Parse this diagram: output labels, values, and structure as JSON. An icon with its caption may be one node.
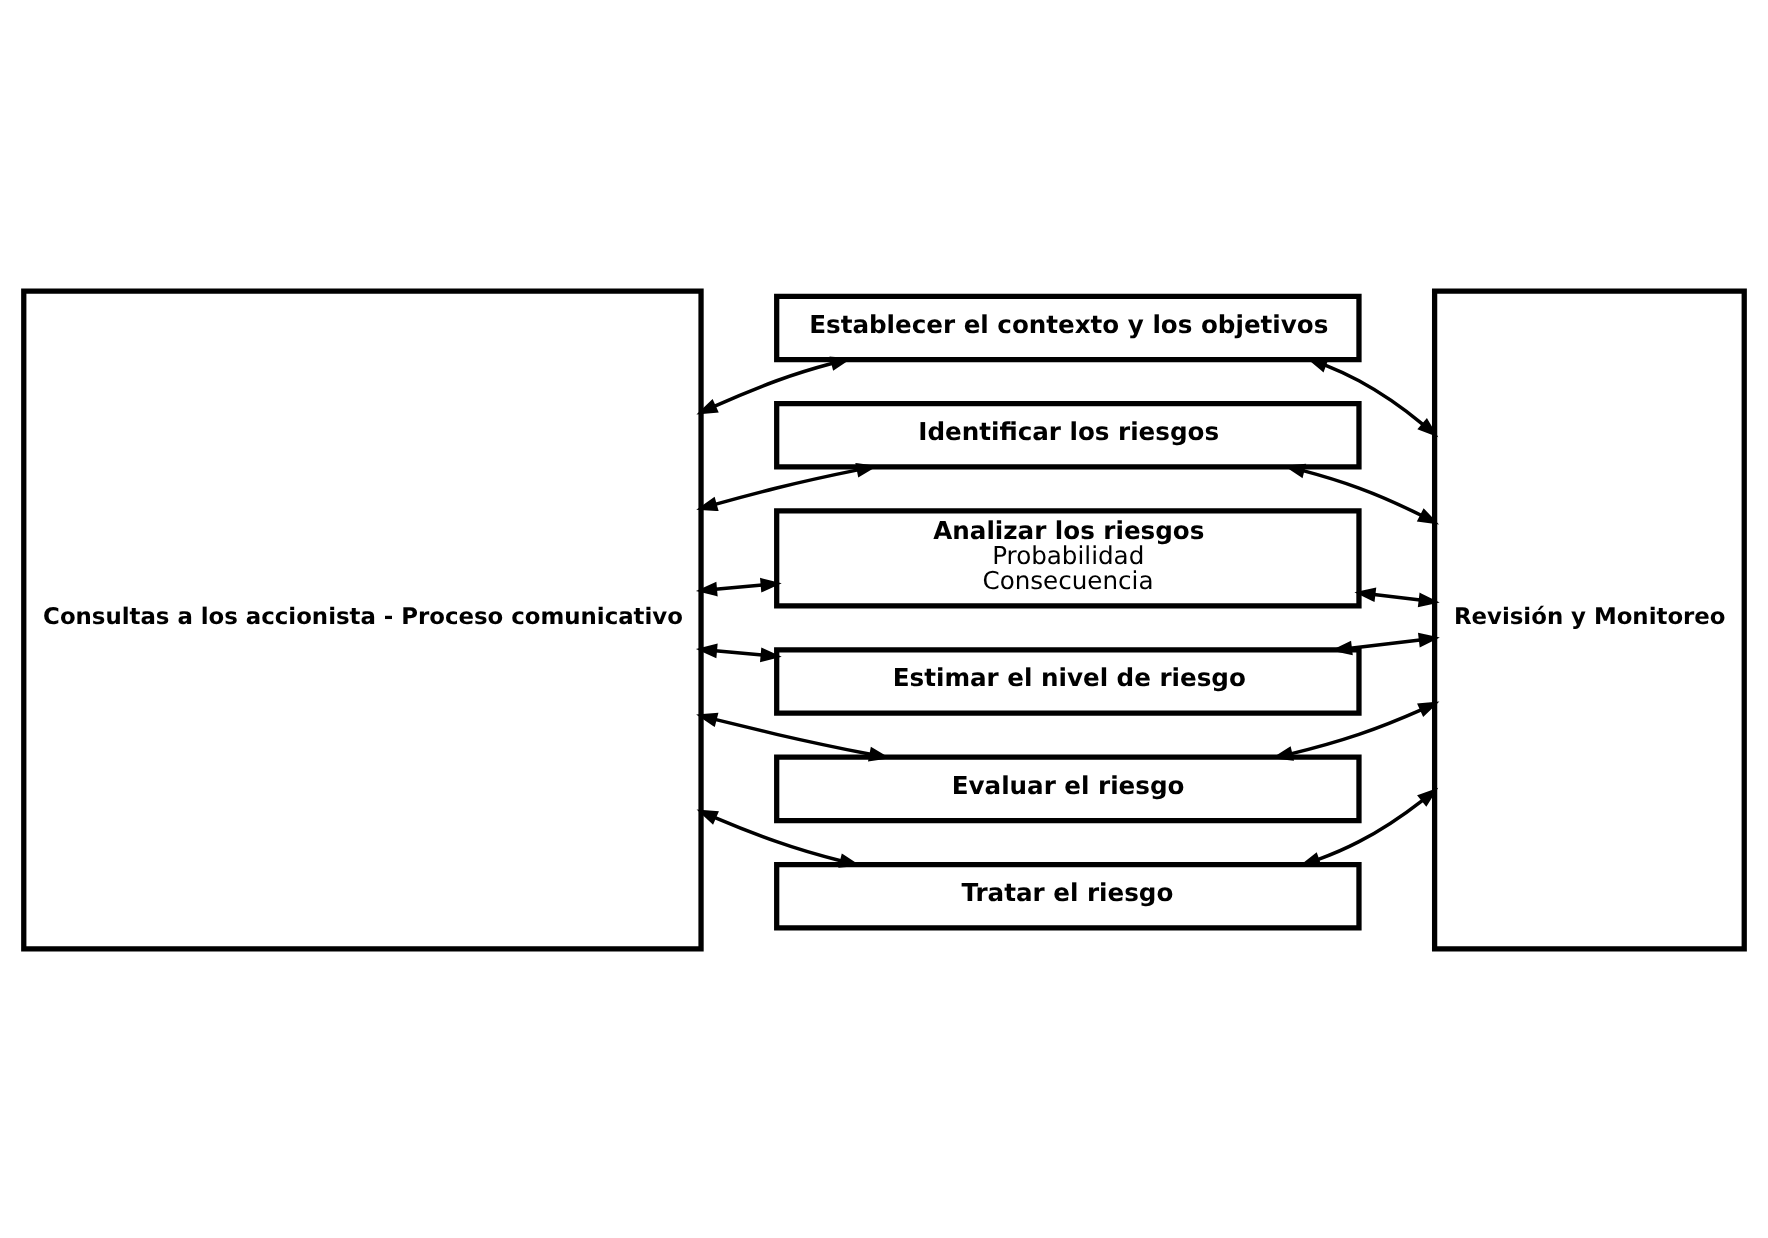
{
  "diagram": {
    "nodes": [
      {
        "text": [
          "Consultas a los accionista - Proceso comunicativo"
        ]
      },
      {
        "text": [
          "Establecer el contexto y los objetivos"
        ]
      },
      {
        "text": [
          "Identificar los riesgos"
        ]
      },
      {
        "text": [
          "Analizar los riesgos",
          "Probabilidad",
          "Consecuencia"
        ]
      },
      {
        "text": [
          "Estimar el nivel de riesgo"
        ]
      },
      {
        "text": [
          "Evaluar el riesgo"
        ]
      },
      {
        "text": [
          "Tratar el riesgo"
        ]
      },
      {
        "text": [
          "Revisión y Monitoreo"
        ]
      }
    ],
    "edges": [
      {
        "from": 0,
        "to": 1,
        "arrow": "both"
      },
      {
        "from": 1,
        "to": 7,
        "arrow": "both"
      },
      {
        "from": 0,
        "to": 2,
        "arrow": "both"
      },
      {
        "from": 2,
        "to": 7,
        "arrow": "both"
      },
      {
        "from": 0,
        "to": 3,
        "arrow": "both"
      },
      {
        "from": 3,
        "to": 7,
        "arrow": "both"
      },
      {
        "from": 0,
        "to": 4,
        "arrow": "both"
      },
      {
        "from": 4,
        "to": 7,
        "arrow": "both"
      },
      {
        "from": 0,
        "to": 5,
        "arrow": "both"
      },
      {
        "from": 5,
        "to": 7,
        "arrow": "both"
      },
      {
        "from": 0,
        "to": 6,
        "arrow": "both"
      },
      {
        "from": 6,
        "to": 7,
        "arrow": "both"
      }
    ]
  }
}
